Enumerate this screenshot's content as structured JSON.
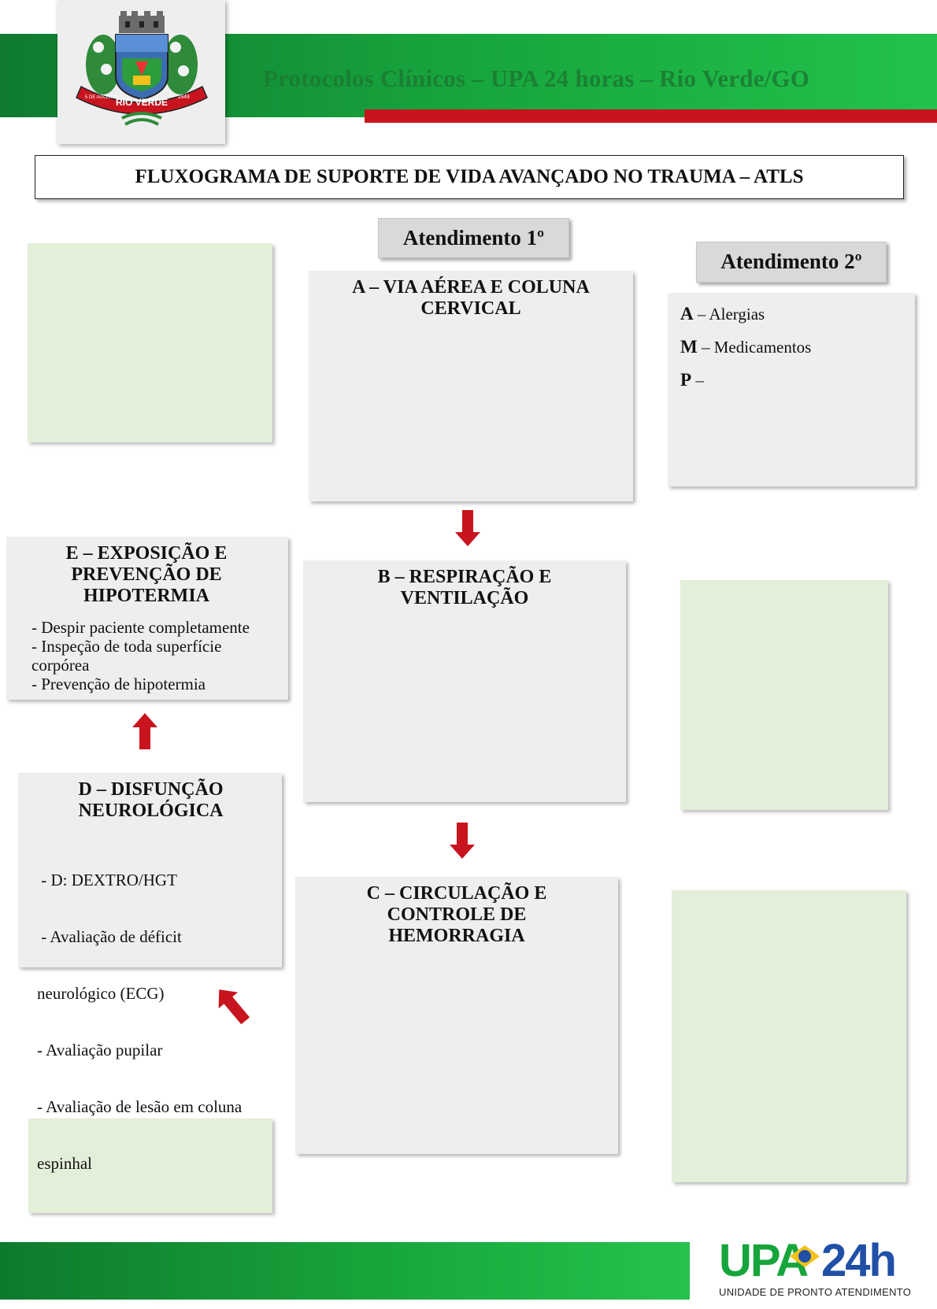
{
  "header": {
    "title": "Protocolos Clínicos – UPA 24 horas – Rio Verde/GO",
    "crest": {
      "banner_left": "5 DE AGOSTO",
      "banner_center": "RIO VERDE",
      "banner_right": "1848"
    }
  },
  "main_title": "FLUXOGRAMA DE SUPORTE DE VIDA AVANÇADO NO TRAUMA – ATLS",
  "stages": {
    "primary": "Atendimento 1º",
    "secondary": "Atendimento 2º"
  },
  "panels": {
    "a": {
      "title_l1": "A – VIA AÉREA E COLUNA",
      "title_l2": "CERVICAL"
    },
    "b": {
      "title_l1": "B – RESPIRAÇÃO E",
      "title_l2": "VENTILAÇÃO"
    },
    "c": {
      "title_l1": "C – CIRCULAÇÃO E",
      "title_l2": "CONTROLE DE",
      "title_l3": "HEMORRAGIA"
    },
    "d": {
      "title_l1": "D – DISFUNÇÃO",
      "title_l2": "NEUROLÓGICA",
      "items": [
        " - D: DEXTRO/HGT",
        " - Avaliação de déficit",
        "neurológico (ECG)",
        "- Avaliação pupilar",
        "- Avaliação de lesão em coluna",
        "espinhal"
      ]
    },
    "e": {
      "title_l1": "E – EXPOSIÇÃO E",
      "title_l2": "PREVENÇÃO DE",
      "title_l3": "HIPOTERMIA",
      "items": [
        "- Despir paciente completamente",
        "- Inspeção de toda superfície",
        "corpórea",
        "- Prevenção de hipotermia"
      ]
    },
    "ampla": {
      "items": [
        {
          "letter": "A",
          "text": " – Alergias"
        },
        {
          "letter": "M",
          "text": " – Medicamentos"
        },
        {
          "letter": "P",
          "text": " –"
        }
      ]
    }
  },
  "footer": {
    "logo_text": "UPA",
    "logo_number": "24h",
    "logo_subtitle": "UNIDADE DE PRONTO ATENDIMENTO"
  },
  "colors": {
    "green": "#17a23c",
    "red": "#c8141e",
    "panel": "#eeeeee",
    "light_green": "#e3efd9"
  }
}
